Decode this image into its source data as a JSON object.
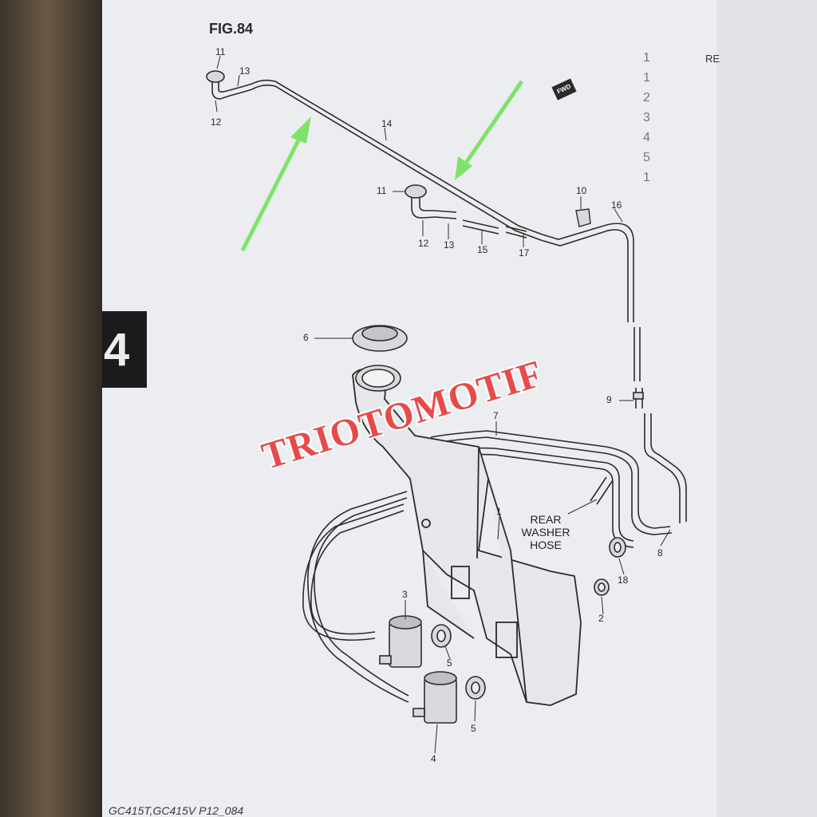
{
  "figure": {
    "title": "FIG.84",
    "footer": "GC415T,GC415V P12_084",
    "section_tab": "4",
    "fwd_label": "FWD"
  },
  "watermark": "TRIOTOMOTIF",
  "label_rear_washer_hose": [
    "REAR",
    "WASHER",
    "HOSE"
  ],
  "callouts": {
    "c11a": "11",
    "c13a": "13",
    "c12a": "12",
    "c14": "14",
    "c11b": "11",
    "c10": "10",
    "c16": "16",
    "c12b": "12",
    "c13b": "13",
    "c15": "15",
    "c17": "17",
    "c6": "6",
    "c9": "9",
    "c7": "7",
    "c1": "1",
    "c8": "8",
    "c18": "18",
    "c2": "2",
    "c3": "3",
    "c5a": "5",
    "c5b": "5",
    "c4": "4"
  },
  "right_column": {
    "header": "RE",
    "values": [
      "1",
      "1",
      "2",
      "3",
      "4",
      "5",
      "",
      "",
      "",
      "",
      "",
      "",
      "1",
      "",
      "",
      "",
      "",
      "",
      "",
      ""
    ]
  },
  "colors": {
    "arrow": "#7fe36a",
    "watermark": "#e84a4a",
    "line": "#2b2b2b",
    "paper": "#ecedf0"
  }
}
